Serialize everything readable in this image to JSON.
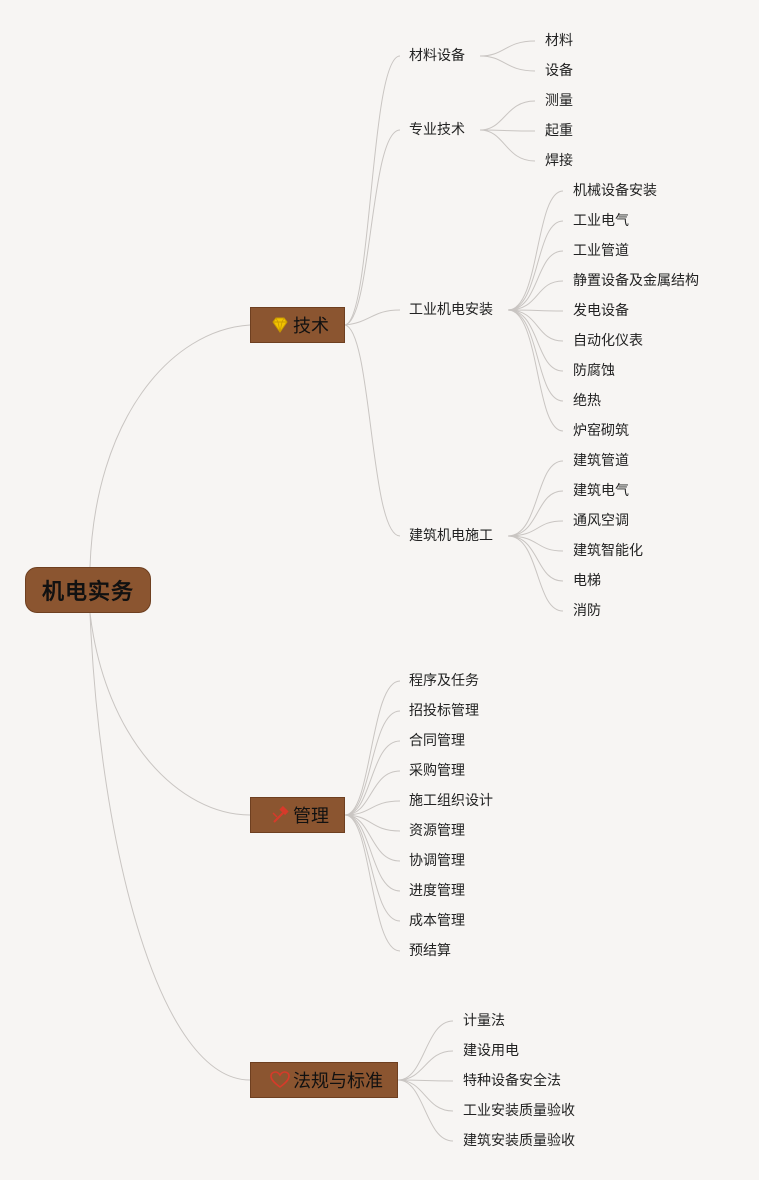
{
  "root": {
    "label": "机电实务"
  },
  "branches": [
    {
      "label": "技术",
      "icon": "gem-icon",
      "color": "#f2c300",
      "groups": [
        {
          "label": "材料设备",
          "items": [
            "材料",
            "设备"
          ]
        },
        {
          "label": "专业技术",
          "items": [
            "测量",
            "起重",
            "焊接"
          ]
        },
        {
          "label": "工业机电安装",
          "items": [
            "机械设备安装",
            "工业电气",
            "工业管道",
            "静置设备及金属结构",
            "发电设备",
            "自动化仪表",
            "防腐蚀",
            "绝热",
            "炉窑砌筑"
          ]
        },
        {
          "label": "建筑机电施工",
          "items": [
            "建筑管道",
            "建筑电气",
            "通风空调",
            "建筑智能化",
            "电梯",
            "消防"
          ]
        }
      ]
    },
    {
      "label": "管理",
      "icon": "hammer-icon",
      "color": "#d63a2a",
      "items": [
        "程序及任务",
        "招投标管理",
        "合同管理",
        "采购管理",
        "施工组织设计",
        "资源管理",
        "协调管理",
        "进度管理",
        "成本管理",
        "预结算"
      ]
    },
    {
      "label": "法规与标准",
      "icon": "heart-icon",
      "color": "#d63a2a",
      "items": [
        "计量法",
        "建设用电",
        "特种设备安全法",
        "工业安装质量验收",
        "建筑安装质量验收"
      ]
    }
  ]
}
